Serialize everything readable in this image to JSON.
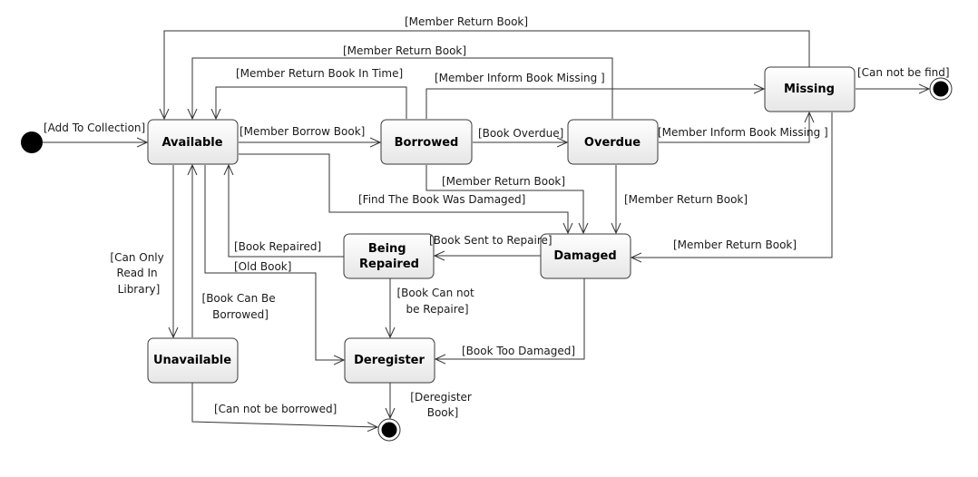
{
  "states": {
    "available": "Available",
    "borrowed": "Borrowed",
    "overdue": "Overdue",
    "missing": "Missing",
    "damaged": "Damaged",
    "being_repaired": [
      "Being",
      "Repaired"
    ],
    "unavailable": "Unavailable",
    "deregister": "Deregister"
  },
  "guards": {
    "add_to_collection": "[Add To Collection]",
    "member_return_book_top": "[Member Return Book]",
    "member_return_book_second": "[Member Return Book]",
    "member_return_book_in_time": "[Member Return Book In Time]",
    "member_inform_book_missing_top": "[Member Inform Book Missing ]",
    "member_borrow_book": "[Member Borrow Book]",
    "book_overdue": "[Book Overdue]",
    "member_inform_book_missing_overdue": "[Member Inform Book Missing ]",
    "can_not_be_find": "[Can not be find]",
    "member_return_book_borrowed_damaged": "[Member Return Book]",
    "find_book_damaged": "[Find The Book Was Damaged]",
    "member_return_book_overdue_damaged": "[Member Return Book]",
    "book_repaired": "[Book Repaired]",
    "book_sent_to_repair": "[Book Sent to Repaire]",
    "member_return_book_missing_damaged": "[Member Return Book]",
    "old_book": "[Old Book]",
    "can_only_read_in_library": [
      "[Can Only",
      "Read In",
      "Library]"
    ],
    "book_can_be_borrowed": [
      "[Book Can Be",
      "Borrowed]"
    ],
    "book_can_not_be_repaired": [
      "[Book Can not",
      "be Repaire]"
    ],
    "book_too_damaged": "[Book Too Damaged]",
    "can_not_be_borrowed": "[Can not be  borrowed]",
    "deregister_book": [
      "[Deregister",
      "Book]"
    ]
  }
}
